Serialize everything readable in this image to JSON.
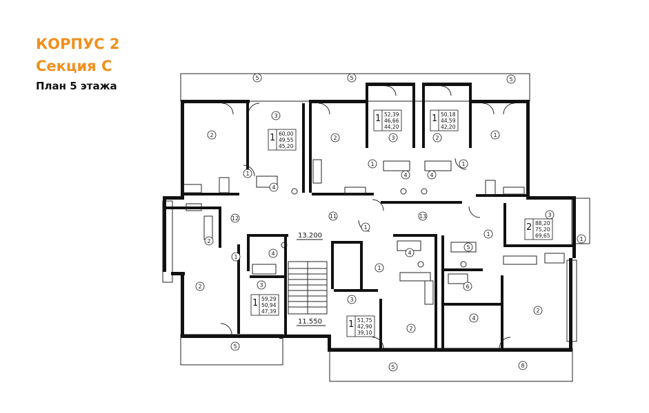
{
  "header": {
    "building": "КОРПУС 2",
    "section": "Секция С",
    "floor_plan": "План 5 этажа"
  },
  "colors": {
    "accent": "#f0901e",
    "text": "#111111"
  },
  "level_marks": [
    "13.200",
    "11.550"
  ],
  "apartments": [
    {
      "id": "apt-a",
      "rooms": "1",
      "areas": [
        "60,00",
        "49,55",
        "45,20"
      ]
    },
    {
      "id": "apt-b",
      "rooms": "1",
      "areas": [
        "52,39",
        "46,66",
        "44,20"
      ]
    },
    {
      "id": "apt-c",
      "rooms": "1",
      "areas": [
        "50,18",
        "44,59",
        "42,20"
      ]
    },
    {
      "id": "apt-d",
      "rooms": "2",
      "areas": [
        "88,20",
        "75,20",
        "69,65"
      ]
    },
    {
      "id": "apt-e",
      "rooms": "1",
      "areas": [
        "59,29",
        "50,94",
        "47,39"
      ]
    },
    {
      "id": "apt-f",
      "rooms": "1",
      "areas": [
        "51,75",
        "42,90",
        "39,10"
      ]
    }
  ],
  "room_markers": [
    "5",
    "5",
    "5",
    "3",
    "2",
    "2",
    "3",
    "2",
    "1",
    "1",
    "1",
    "1",
    "4",
    "4",
    "4",
    "11",
    "13",
    "12",
    "1",
    "2",
    "3",
    "1",
    "4",
    "2",
    "3",
    "1",
    "5",
    "6",
    "4",
    "2",
    "5",
    "5",
    "3",
    "2",
    "1",
    "8",
    "4",
    "1"
  ]
}
